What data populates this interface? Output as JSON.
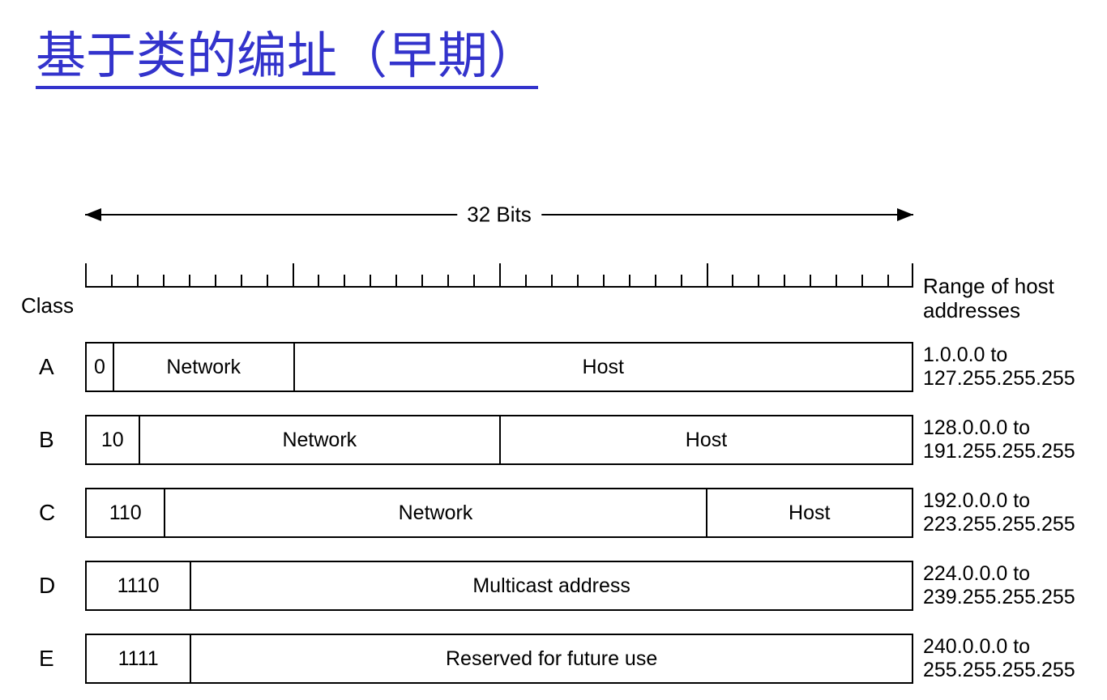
{
  "slide": {
    "title": "基于类的编址（早期）",
    "title_color": "#3333cc"
  },
  "diagram": {
    "width_label": "32 Bits",
    "total_bits": 32,
    "ruler": {
      "minor_tick_every_bits": 1,
      "major_tick_every_bits": 8
    },
    "class_caption": "Class",
    "range_header_line1": "Range of host",
    "range_header_line2": "addresses",
    "rows": [
      {
        "letter": "A",
        "fields": [
          {
            "label": "0",
            "bits": 1
          },
          {
            "label": "Network",
            "bits": 7
          },
          {
            "label": "Host",
            "bits": 24
          }
        ],
        "range_from": "1.0.0.0 to",
        "range_to": "127.255.255.255"
      },
      {
        "letter": "B",
        "fields": [
          {
            "label": "10",
            "bits": 2
          },
          {
            "label": "Network",
            "bits": 14
          },
          {
            "label": "Host",
            "bits": 16
          }
        ],
        "range_from": "128.0.0.0 to",
        "range_to": "191.255.255.255"
      },
      {
        "letter": "C",
        "fields": [
          {
            "label": "110",
            "bits": 3
          },
          {
            "label": "Network",
            "bits": 21
          },
          {
            "label": "Host",
            "bits": 8
          }
        ],
        "range_from": "192.0.0.0 to",
        "range_to": "223.255.255.255"
      },
      {
        "letter": "D",
        "fields": [
          {
            "label": "1110",
            "bits": 4
          },
          {
            "label": "Multicast address",
            "bits": 28
          }
        ],
        "range_from": "224.0.0.0 to",
        "range_to": "239.255.255.255"
      },
      {
        "letter": "E",
        "fields": [
          {
            "label": "1111",
            "bits": 4
          },
          {
            "label": "Reserved for future use",
            "bits": 28
          }
        ],
        "range_from": "240.0.0.0 to",
        "range_to": "255.255.255.255"
      }
    ]
  }
}
